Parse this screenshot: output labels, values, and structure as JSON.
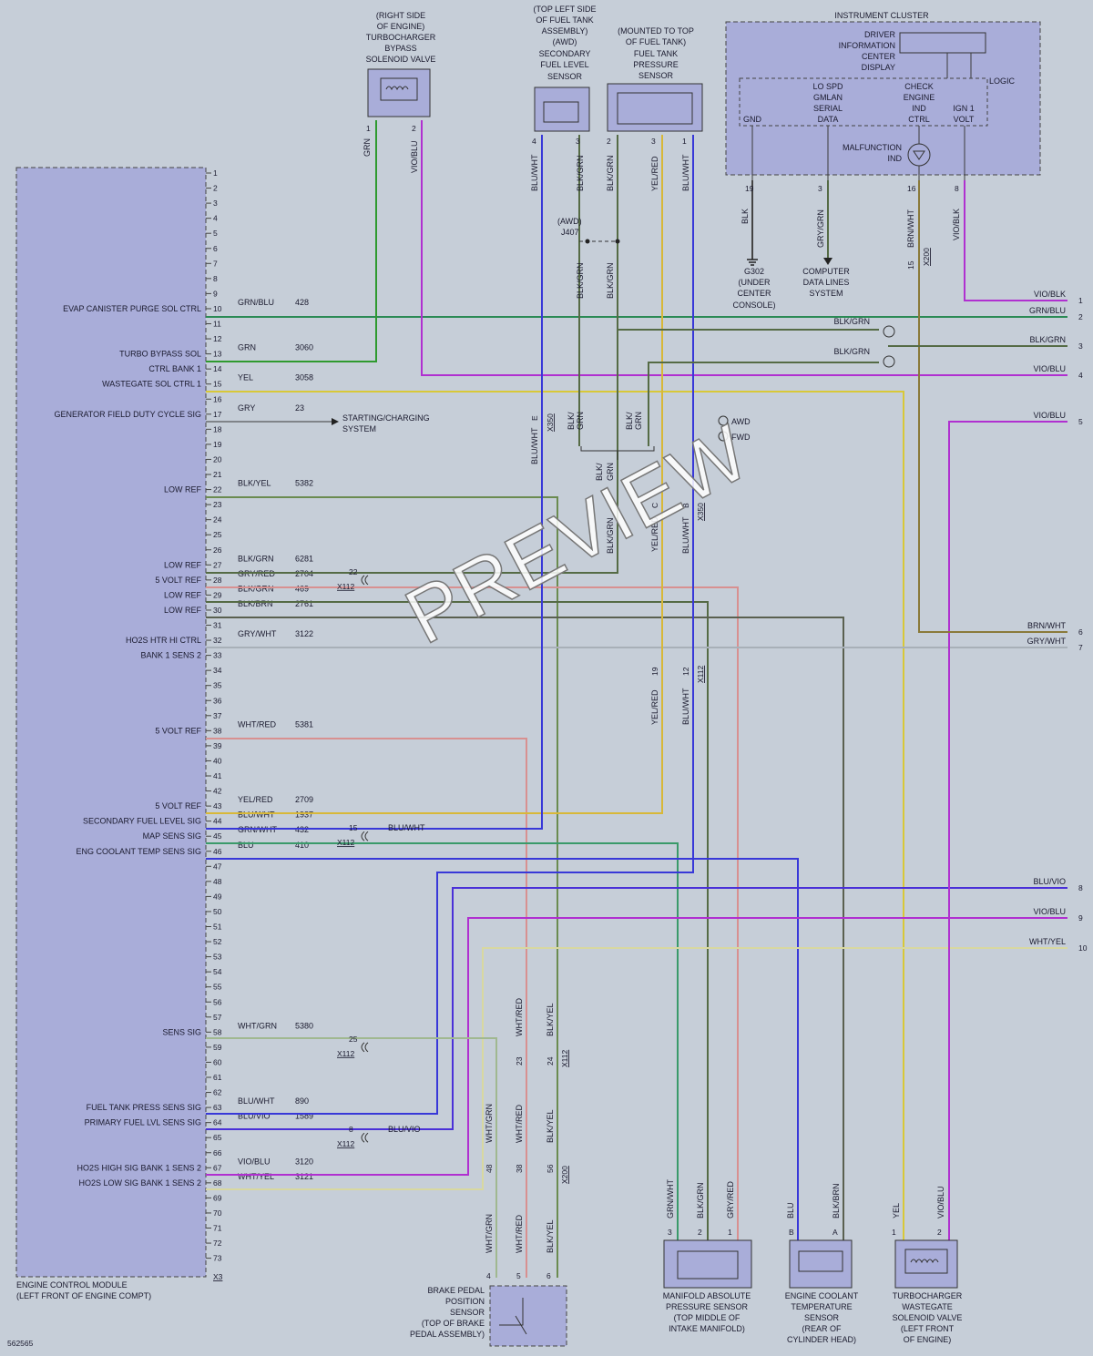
{
  "colors": {
    "background": "#c6ced8",
    "module": "#a9add9",
    "grn": "#2f9a2f",
    "grn_blu": "#2b8a55",
    "vio": "#b030d0",
    "yel": "#d8c838",
    "blu": "#3838d8",
    "blk_grn": "#556b45",
    "blk_yel": "#6b8b50",
    "gry": "#8a8a8a",
    "pink": "#d88a8a",
    "brn": "#8a7a3a",
    "gray_light": "#a0a8b0"
  },
  "components": {
    "turbo_bypass_valve": [
      "(RIGHT SIDE",
      "OF ENGINE)",
      "TURBOCHARGER",
      "BYPASS",
      "SOLENOID VALVE"
    ],
    "secondary_fuel_sensor": [
      "(TOP LEFT SIDE",
      "OF FUEL TANK",
      "ASSEMBLY)",
      "(AWD)",
      "SECONDARY",
      "FUEL LEVEL",
      "SENSOR"
    ],
    "fuel_tank_pressure_sensor": [
      "(MOUNTED TO TOP",
      "OF FUEL TANK)",
      "FUEL TANK",
      "PRESSURE",
      "SENSOR"
    ],
    "instrument_cluster": "INSTRUMENT CLUSTER",
    "dic": [
      "DRIVER",
      "INFORMATION",
      "CENTER",
      "DISPLAY"
    ],
    "logic": "LOGIC",
    "cluster_pins": [
      "GND",
      "LO SPD",
      "GMLAN",
      "SERIAL",
      "DATA",
      "CHECK",
      "ENGINE",
      "IND",
      "CTRL",
      "IGN 1",
      "VOLT"
    ],
    "malfunction": [
      "MALFUNCTION",
      "IND"
    ],
    "g302": [
      "G302",
      "(UNDER",
      "CENTER",
      "CONSOLE)"
    ],
    "computer_data": [
      "COMPUTER",
      "DATA LINES",
      "SYSTEM"
    ],
    "ecm": [
      "ENGINE CONTROL MODULE",
      "(LEFT FRONT OF ENGINE COMPT)"
    ],
    "brake_pedal": [
      "BRAKE PEDAL",
      "POSITION",
      "SENSOR",
      "(TOP OF BRAKE",
      "PEDAL ASSEMBLY)"
    ],
    "map_sensor": [
      "MANIFOLD ABSOLUTE",
      "PRESSURE SENSOR",
      "(TOP MIDDLE OF",
      "INTAKE MANIFOLD)"
    ],
    "ect_sensor": [
      "ENGINE COOLANT",
      "TEMPERATURE",
      "SENSOR",
      "(REAR OF",
      "CYLINDER HEAD)"
    ],
    "wastegate_valve": [
      "TURBOCHARGER",
      "WASTEGATE",
      "SOLENOID VALVE",
      "(LEFT FRONT",
      "OF ENGINE)"
    ],
    "starting": [
      "STARTING/CHARGING",
      "SYSTEM"
    ],
    "awd": "AWD",
    "fwd": "FWD",
    "j407": [
      "(AWD)",
      "J407"
    ],
    "diagram_id": "562565",
    "watermark": "PREVIEW"
  },
  "ecm_labels": [
    {
      "pin": 10,
      "text": "EVAP CANISTER PURGE SOL CTRL"
    },
    {
      "pin": 13,
      "text": "TURBO BYPASS SOL"
    },
    {
      "pin": 14,
      "text": "CTRL BANK 1"
    },
    {
      "pin": 15,
      "text": "WASTEGATE SOL CTRL 1"
    },
    {
      "pin": 17,
      "text": "GENERATOR FIELD DUTY CYCLE SIG"
    },
    {
      "pin": 22,
      "text": "LOW REF"
    },
    {
      "pin": 27,
      "text": "LOW REF"
    },
    {
      "pin": 28,
      "text": "5 VOLT REF"
    },
    {
      "pin": 29,
      "text": "LOW REF"
    },
    {
      "pin": 30,
      "text": "LOW REF"
    },
    {
      "pin": 32,
      "text": "HO2S HTR HI CTRL"
    },
    {
      "pin": 33,
      "text": "BANK 1 SENS 2"
    },
    {
      "pin": 38,
      "text": "5 VOLT REF"
    },
    {
      "pin": 43,
      "text": "5 VOLT REF"
    },
    {
      "pin": 44,
      "text": "SECONDARY FUEL LEVEL SIG"
    },
    {
      "pin": 45,
      "text": "MAP SENS SIG"
    },
    {
      "pin": 46,
      "text": "ENG COOLANT TEMP SENS SIG"
    },
    {
      "pin": 58,
      "text": "SENS SIG"
    },
    {
      "pin": 63,
      "text": "FUEL TANK PRESS SENS SIG"
    },
    {
      "pin": 64,
      "text": "PRIMARY FUEL LVL SENS SIG"
    },
    {
      "pin": 67,
      "text": "HO2S HIGH SIG BANK 1 SENS 2"
    },
    {
      "pin": 68,
      "text": "HO2S LOW SIG BANK 1 SENS 2"
    }
  ],
  "ecm_wires": [
    {
      "pin": 10,
      "color": "GRN/BLU",
      "circuit": "428"
    },
    {
      "pin": 13,
      "color": "GRN",
      "circuit": "3060"
    },
    {
      "pin": 15,
      "color": "YEL",
      "circuit": "3058"
    },
    {
      "pin": 17,
      "color": "GRY",
      "circuit": "23"
    },
    {
      "pin": 22,
      "color": "BLK/YEL",
      "circuit": "5382"
    },
    {
      "pin": 27,
      "color": "BLK/GRN",
      "circuit": "6281"
    },
    {
      "pin": 28,
      "color": "GRY/RED",
      "circuit": "2704"
    },
    {
      "pin": 29,
      "color": "BLK/GRN",
      "circuit": "469"
    },
    {
      "pin": 30,
      "color": "BLK/BRN",
      "circuit": "2761"
    },
    {
      "pin": 32,
      "color": "GRY/WHT",
      "circuit": "3122"
    },
    {
      "pin": 38,
      "color": "WHT/RED",
      "circuit": "5381"
    },
    {
      "pin": 43,
      "color": "YEL/RED",
      "circuit": "2709"
    },
    {
      "pin": 44,
      "color": "BLU/WHT",
      "circuit": "1937"
    },
    {
      "pin": 45,
      "color": "GRN/WHT",
      "circuit": "432"
    },
    {
      "pin": 46,
      "color": "BLU",
      "circuit": "410"
    },
    {
      "pin": 58,
      "color": "WHT/GRN",
      "circuit": "5380"
    },
    {
      "pin": 63,
      "color": "BLU/WHT",
      "circuit": "890"
    },
    {
      "pin": 64,
      "color": "BLU/VIO",
      "circuit": "1589"
    },
    {
      "pin": 67,
      "color": "VIO/BLU",
      "circuit": "3120"
    },
    {
      "pin": 68,
      "color": "WHT/YEL",
      "circuit": "3121"
    }
  ],
  "connector_x112": [
    {
      "pin": 27,
      "num": "22",
      "conn": "X112"
    },
    {
      "pin": 44,
      "num": "15",
      "conn": "X112",
      "after": "BLU/WHT"
    },
    {
      "pin": 58,
      "num": "25",
      "conn": "X112"
    },
    {
      "pin": 64,
      "num": "8",
      "conn": "X112",
      "after": "BLU/VIO"
    }
  ],
  "right_edge": [
    {
      "num": "1",
      "label": "VIO/BLK"
    },
    {
      "num": "2",
      "label": "GRN/BLU"
    },
    {
      "num": "3",
      "label": "BLK/GRN"
    },
    {
      "num": "4",
      "label": "VIO/BLU"
    },
    {
      "num": "5",
      "label": "VIO/BLU"
    },
    {
      "num": "6",
      "label": "BRN/WHT"
    },
    {
      "num": "7",
      "label": "GRY/WHT"
    },
    {
      "num": "8",
      "label": "BLU/VIO"
    },
    {
      "num": "9",
      "label": "VIO/BLU"
    },
    {
      "num": "10",
      "label": "WHT/YEL"
    }
  ],
  "right_blk_grn": [
    "BLK/GRN",
    "BLK/GRN"
  ],
  "vertical_labels": {
    "grn": "GRN",
    "vio_blu": "VIO/BLU",
    "blu_wht": "BLU/WHT",
    "blk_grn": "BLK/GRN",
    "yel_red": "YEL/RED",
    "blk": "BLK",
    "gry_grn": "GRY/GRN",
    "brn_wht": "BRN/WHT",
    "vio_blk": "VIO/BLK",
    "blk_slash": "BLK/",
    "grn_part": "GRN",
    "wht_red": "WHT/RED",
    "blk_yel": "BLK/YEL",
    "wht_grn": "WHT/GRN",
    "grn_wht": "GRN/WHT",
    "gry_red": "GRY/RED",
    "blu": "BLU",
    "blk_brn": "BLK/BRN",
    "yel": "YEL"
  },
  "connector_refs": {
    "x350": "X350",
    "x112": "X112",
    "x200": "X200",
    "pin_e": "E",
    "pin_c": "C",
    "pin_b": "B",
    "pin_19": "19",
    "pin_12": "12",
    "pin_15": "15",
    "pin_23": "23",
    "pin_24": "24",
    "pin_48": "48",
    "pin_38": "38",
    "pin_56": "56"
  },
  "sensor_pins": {
    "turbo": [
      "1",
      "2"
    ],
    "secondary": [
      "4",
      "3"
    ],
    "pressure": [
      "2",
      "3",
      "1"
    ],
    "cluster": [
      "19",
      "3",
      "16",
      "8"
    ],
    "brake": [
      "4",
      "5",
      "6"
    ],
    "map": [
      "3",
      "2",
      "1"
    ],
    "ect": [
      "B",
      "A"
    ],
    "wastegate": [
      "1",
      "2"
    ]
  },
  "ecm_last_pin": "X3"
}
